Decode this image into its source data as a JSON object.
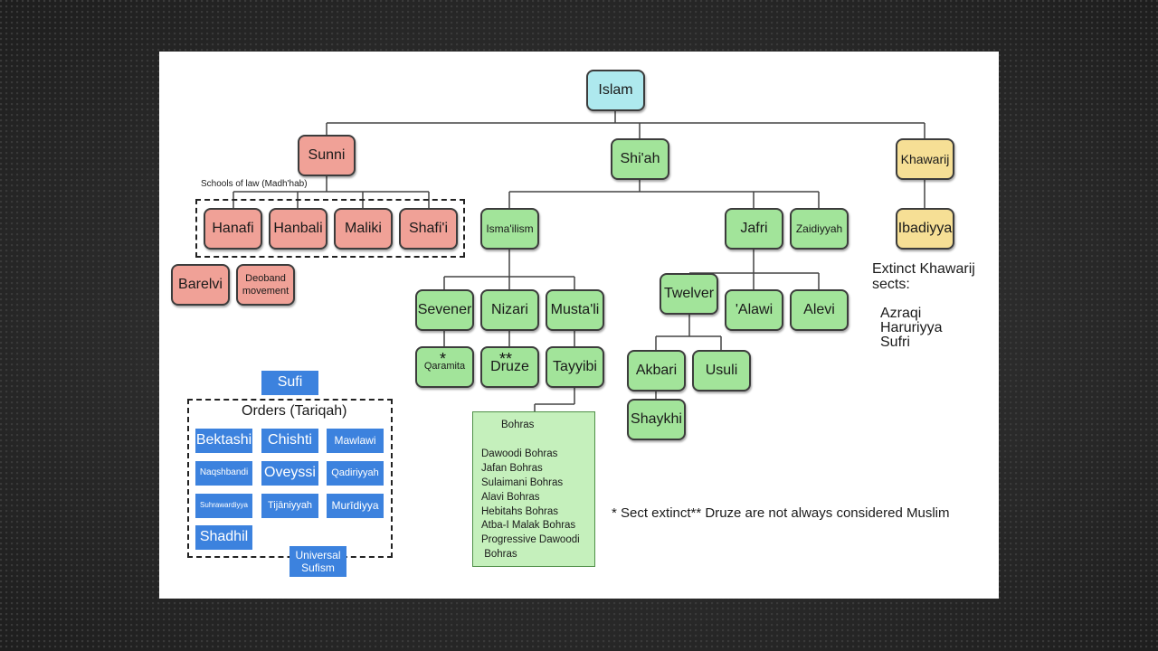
{
  "root": "Islam",
  "branches": {
    "sunni": "Sunni",
    "shiah": "Shi'ah",
    "khawarij": "Khawarij"
  },
  "sunni": {
    "schools_caption": "Schools of law (Madh'hab)",
    "schools": [
      "Hanafi",
      "Hanbali",
      "Maliki",
      "Shafi'i"
    ],
    "movements": [
      "Barelvi",
      "Deoband movement"
    ]
  },
  "shiah": {
    "ismailism": "Isma'ilism",
    "jafri": "Jafri",
    "zaidiyyah": "Zaidiyyah",
    "sevener": "Sevener",
    "nizari": "Nizari",
    "mustali": "Musta'li",
    "qaramita": "Qaramita",
    "druze": "Druze",
    "tayyibi": "Tayyibi",
    "qaramita_mark": "*",
    "druze_mark": "**",
    "twelver": "Twelver",
    "alawi": "'Alawi",
    "alevi": "Alevi",
    "akbari": "Akbari",
    "usuli": "Usuli",
    "shaykhi": "Shaykhi"
  },
  "bohras": {
    "title": "Bohras",
    "items": [
      "Dawoodi Bohras",
      "Jafan Bohras",
      "Sulaimani Bohras",
      "Alavi Bohras",
      "Hebitahs Bohras",
      "Atba-I Malak Bohras",
      "Progressive Dawoodi",
      " Bohras"
    ]
  },
  "khawarij": {
    "ibadiyya": "Ibadiyya",
    "extinct_title_1": "Extinct Khawarij",
    "extinct_title_2": "sects:",
    "extinct": [
      "Azraqi",
      "Haruriyya",
      "Sufri"
    ]
  },
  "sufi": {
    "title": "Sufi",
    "orders_title": "Orders (Tariqah)",
    "orders": [
      "Bektashi",
      "Chishti",
      "Mawlawi",
      "Naqshbandi",
      "Oveyssi",
      "Qadiriyyah",
      "Suhrawardiyya",
      "Tijāniyyah",
      "Murīdiyya",
      "Shadhil"
    ],
    "universal": "Universal Sufism"
  },
  "footnote": "* Sect extinct** Druze are not always considered Muslim",
  "colors": {
    "root": "#aee9ee",
    "sunni": "#f0a197",
    "shiah": "#a2e49a",
    "khawarij": "#f6df95",
    "sufi": "#3c82de",
    "bohras_box": "#c5f0bc"
  }
}
